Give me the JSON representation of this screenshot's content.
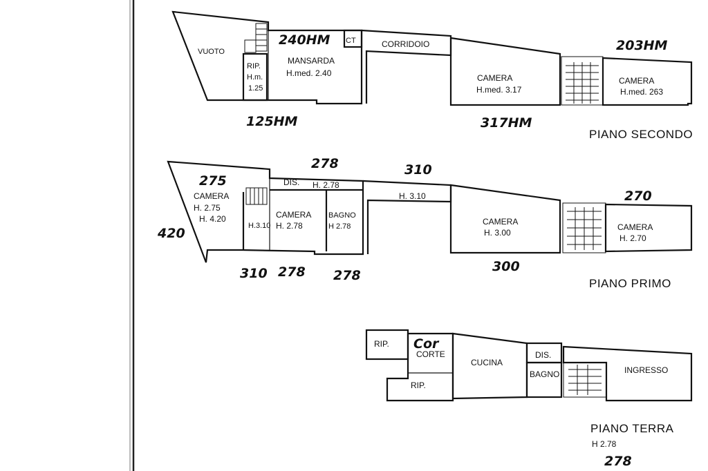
{
  "floors": {
    "second": {
      "title": "PIANO  SECONDO",
      "rooms": {
        "vuoto": "VUOTO",
        "rip_name": "RIP.",
        "rip_h1": "H.m.",
        "rip_h2": "1.25",
        "mansarda_name": "MANSARDA",
        "mansarda_h": "H.med.  2.40",
        "ct": "CT",
        "corridoio": "CORRIDOIO",
        "camera1_name": "CAMERA",
        "camera1_h": "H.med. 3.17",
        "camera2_name": "CAMERA",
        "camera2_h": "H.med. 263"
      },
      "handwritten": {
        "h240": "240HM",
        "h203": "203HM",
        "h125": "125HM",
        "h317": "317HM"
      }
    },
    "first": {
      "title": "PIANO  PRIMO",
      "rooms": {
        "camera_a_name": "CAMERA",
        "camera_a_h1": "H. 2.75",
        "camera_a_h2": "H. 4.20",
        "dis": "DIS.",
        "dis_h": "H. 2.78",
        "h310_small": "H.3.10",
        "camera_b_name": "CAMERA",
        "camera_b_h": "H. 2.78",
        "bagno_name": "BAGNO",
        "bagno_h": "H 2.78",
        "corr_h": "H. 3.10",
        "camera_c_name": "CAMERA",
        "camera_c_h": "H. 3.00",
        "camera_d_name": "CAMERA",
        "camera_d_h": "H. 2.70"
      },
      "handwritten": {
        "h275": "275",
        "h278_top": "278",
        "h310_top": "310",
        "h420": "420",
        "h270": "270",
        "h310_bottom": "310",
        "h278_b1": "278",
        "h278_b2": "278",
        "h300": "300"
      }
    },
    "ground": {
      "title": "PIANO  TERRA",
      "subtitle": "H  2.78",
      "rooms": {
        "rip_top": "RIP.",
        "corte": "CORTE",
        "rip_bottom": "RIP.",
        "cucina": "CUCINA",
        "dis": "DIS.",
        "bagno": "BAGNO",
        "ingresso": "INGRESSO"
      },
      "handwritten": {
        "cor": "Cor",
        "h278": "278"
      }
    }
  }
}
